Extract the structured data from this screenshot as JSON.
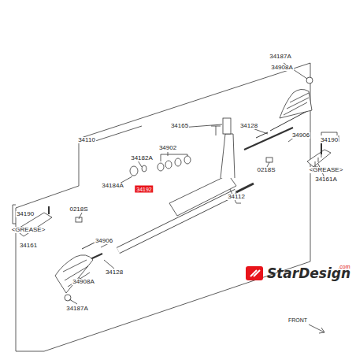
{
  "diagram": {
    "nodes": [
      {
        "text": [
          "34192"
        ]
      }
    ],
    "edges": [],
    "labels": [
      "34187A",
      "34908A",
      "34165",
      "34128",
      "34906",
      "34190",
      "<GREASE>",
      "34161A",
      "0218S",
      "34112",
      "34110",
      "34902",
      "34182A",
      "34184A",
      "0218S",
      "34190",
      "<GREASE>",
      "34161",
      "34906",
      "34128",
      "34908A",
      "34187A",
      "FRONT",
      "StarDesign",
      ".com"
    ]
  }
}
